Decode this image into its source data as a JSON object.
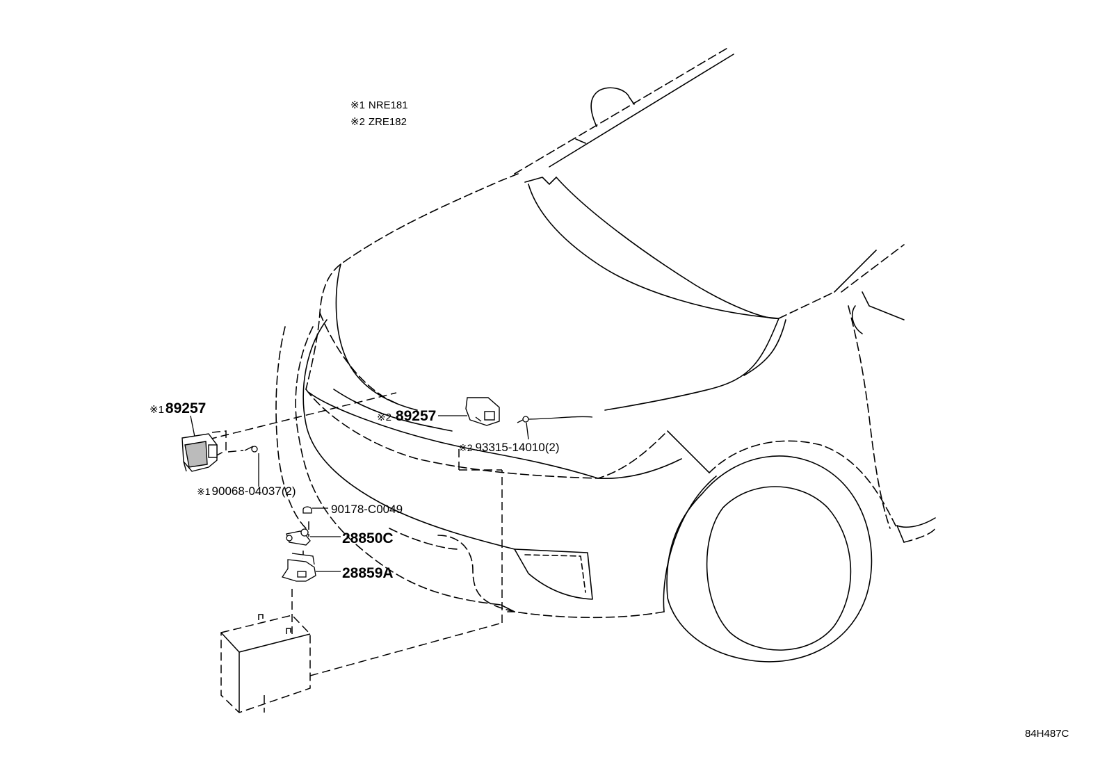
{
  "legend": [
    {
      "mark": "※1",
      "model": "NRE181"
    },
    {
      "mark": "※2",
      "model": "ZRE182"
    }
  ],
  "parts": {
    "sensor_left": {
      "mark": "※1",
      "number": "89257"
    },
    "sensor_right": {
      "mark": "※2",
      "number": "89257"
    },
    "screw_right": {
      "mark": "※2",
      "number": "93315-14010(2)"
    },
    "screw_left": {
      "mark": "※1",
      "number": "90068-04037(2)"
    },
    "nut": {
      "number": "90178-C0049"
    },
    "clamp": {
      "number": "28850C"
    },
    "bracket": {
      "number": "28859A"
    }
  },
  "figure_id": "84H487C"
}
